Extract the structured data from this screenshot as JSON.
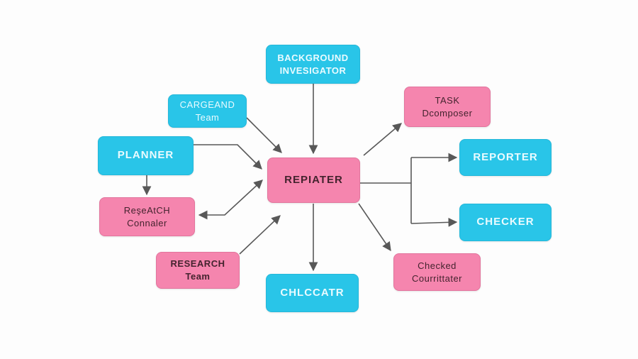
{
  "diagram": {
    "colors": {
      "background": "#fdfdfd",
      "cyan": "#29c5e8",
      "pink": "#f585ae",
      "text_on_cyan": "#eafbff",
      "text_on_pink": "#44232e",
      "arrow": "#585858"
    },
    "nodes": {
      "background_investigator": {
        "label": "BACKGROUND\nINVESIGATOR",
        "color": "cyan"
      },
      "cargeand_team": {
        "label": "CARGEAND\nTeam",
        "color": "cyan"
      },
      "planner": {
        "label": "PLANNER",
        "color": "cyan"
      },
      "research_coordinator": {
        "label": "ReşeAtCH\nConnaler",
        "color": "pink"
      },
      "repiater": {
        "label": "REPIATER",
        "color": "pink"
      },
      "task_dcomposer": {
        "label": "TASK\nDcomposer",
        "color": "pink"
      },
      "reporter": {
        "label": "REPORTER",
        "color": "cyan"
      },
      "checker": {
        "label": "CHECKER",
        "color": "cyan"
      },
      "research_team": {
        "label": "RESEARCH\nTeam",
        "color": "pink"
      },
      "chlccatr": {
        "label": "CHLCCATR",
        "color": "cyan"
      },
      "checked_courrinater": {
        "label": "Checked\nCourrittater",
        "color": "pink"
      }
    },
    "edges": [
      {
        "from": "background_investigator",
        "to": "repiater",
        "direction": "one-way"
      },
      {
        "from": "cargeand_team",
        "to": "repiater",
        "direction": "one-way"
      },
      {
        "from": "planner",
        "to": "repiater",
        "direction": "one-way"
      },
      {
        "from": "planner",
        "to": "research_coordinator",
        "direction": "one-way"
      },
      {
        "from": "repiater",
        "to": "research_coordinator",
        "direction": "two-way"
      },
      {
        "from": "research_team",
        "to": "repiater",
        "direction": "one-way"
      },
      {
        "from": "repiater",
        "to": "chlccatr",
        "direction": "one-way"
      },
      {
        "from": "repiater",
        "to": "checked_courrinater",
        "direction": "one-way"
      },
      {
        "from": "repiater",
        "to": "task_dcomposer",
        "direction": "one-way"
      },
      {
        "from": "repiater",
        "to": "reporter",
        "direction": "one-way"
      },
      {
        "from": "repiater",
        "to": "checker",
        "direction": "one-way"
      }
    ]
  }
}
